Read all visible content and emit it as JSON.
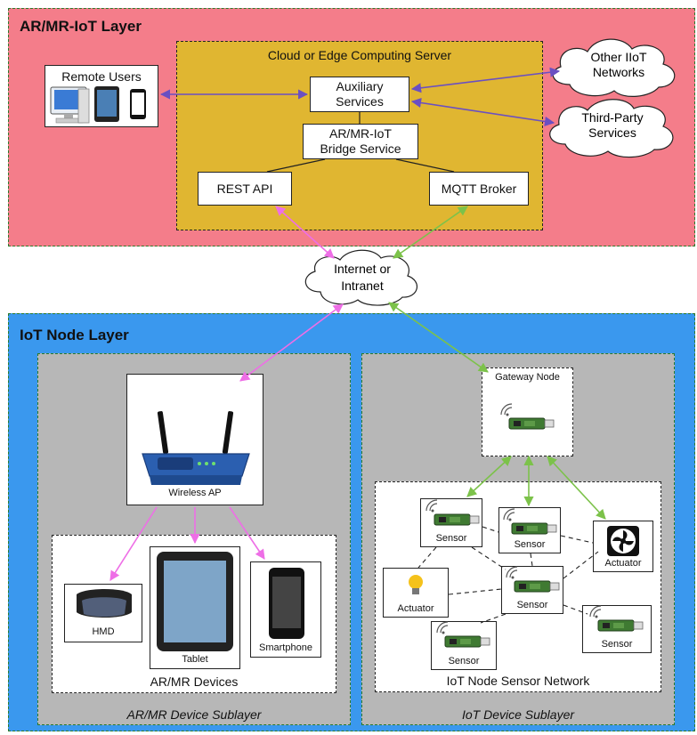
{
  "layers": {
    "top": "AR/MR-IoT Layer",
    "bottom": "IoT Node Layer"
  },
  "server": {
    "title": "Cloud or Edge Computing Server",
    "auxiliary": "Auxiliary\nServices",
    "bridge": "AR/MR-IoT\nBridge Service",
    "rest": "REST API",
    "mqtt": "MQTT Broker"
  },
  "remote_users": "Remote Users",
  "clouds": {
    "other_iiot": "Other IIoT\nNetworks",
    "third_party": "Third-Party\nServices",
    "internet": "Internet or\nIntranet"
  },
  "ar_sublayer": {
    "title": "AR/MR Device Sublayer",
    "wireless_ap": "Wireless AP",
    "devices_title": "AR/MR Devices",
    "hmd": "HMD",
    "tablet": "Tablet",
    "smartphone": "Smartphone"
  },
  "iot_sublayer": {
    "title": "IoT Device Sublayer",
    "gateway": "Gateway Node",
    "network_title": "IoT Node Sensor Network",
    "nodes": [
      "Sensor",
      "Sensor",
      "Actuator",
      "Actuator",
      "Sensor",
      "Sensor",
      "Sensor"
    ]
  },
  "colors": {
    "top_layer": "#f47d8a",
    "bottom_layer": "#3a98ee",
    "server": "#e0b631",
    "sublayer": "#b7b7b7",
    "arrow_purple": "#6a4fc2",
    "arrow_pink": "#ee6ee6",
    "arrow_green": "#7cc24a"
  }
}
